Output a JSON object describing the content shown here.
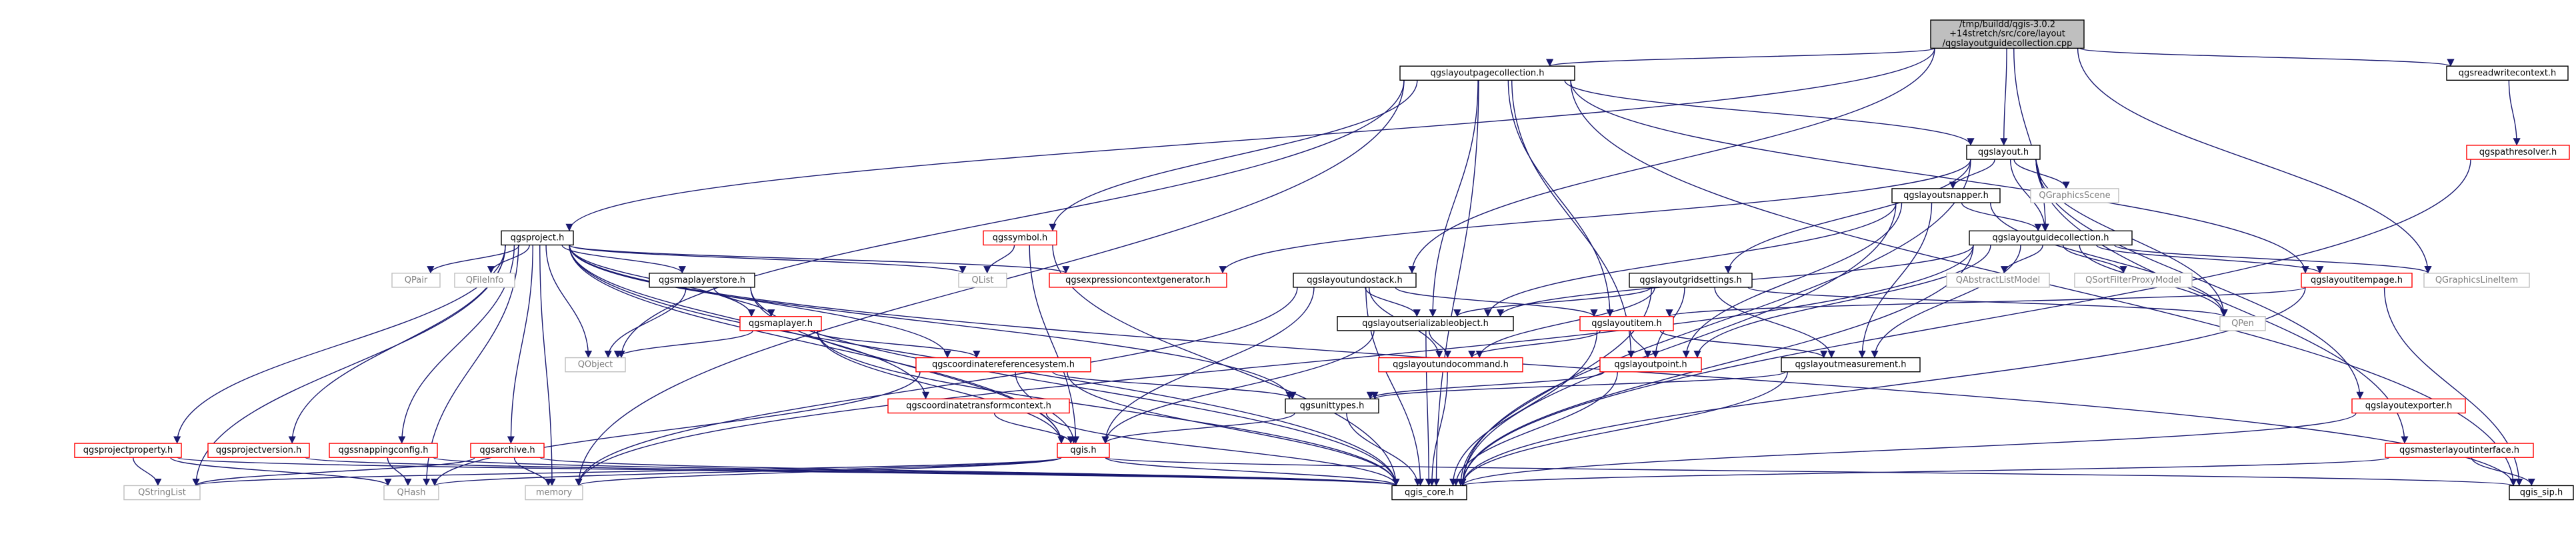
{
  "colors": {
    "edge": "#191970",
    "node_text": "#000000",
    "node_border_default": "#000000",
    "node_border_missing": "#bfbfbf",
    "node_border_linked_red": "#ff0000",
    "root_fill": "#bfbfbf",
    "node_fill": "#ffffff"
  },
  "nodes": [
    {
      "id": "root",
      "lines": [
        "/tmp/buildd/qgis-3.0.2",
        "+14stretch/src/core/layout",
        "/qgslayoutguidecollection.cpp"
      ],
      "style": "root"
    },
    {
      "id": "pagecollection",
      "lines": [
        "qgslayoutpagecollection.h"
      ],
      "style": "black"
    },
    {
      "id": "readwritecontext",
      "lines": [
        "qgsreadwritecontext.h"
      ],
      "style": "black"
    },
    {
      "id": "pathresolver",
      "lines": [
        "qgspathresolver.h"
      ],
      "style": "red"
    },
    {
      "id": "layout",
      "lines": [
        "qgslayout.h"
      ],
      "style": "black"
    },
    {
      "id": "graphicsscene",
      "lines": [
        "QGraphicsScene"
      ],
      "style": "gray"
    },
    {
      "id": "snapper",
      "lines": [
        "qgslayoutsnapper.h"
      ],
      "style": "black"
    },
    {
      "id": "guidecollection",
      "lines": [
        "qgslayoutguidecollection.h"
      ],
      "style": "black"
    },
    {
      "id": "graphicslineitem",
      "lines": [
        "QGraphicsLineItem"
      ],
      "style": "gray"
    },
    {
      "id": "project",
      "lines": [
        "qgsproject.h"
      ],
      "style": "black"
    },
    {
      "id": "symbol",
      "lines": [
        "qgssymbol.h"
      ],
      "style": "red"
    },
    {
      "id": "qpair",
      "lines": [
        "QPair"
      ],
      "style": "gray"
    },
    {
      "id": "qfileinfo",
      "lines": [
        "QFileInfo"
      ],
      "style": "gray"
    },
    {
      "id": "maplayerstore",
      "lines": [
        "qgsmaplayerstore.h"
      ],
      "style": "black"
    },
    {
      "id": "qlist",
      "lines": [
        "QList"
      ],
      "style": "gray"
    },
    {
      "id": "exprctxgen",
      "lines": [
        "qgsexpressioncontextgenerator.h"
      ],
      "style": "red"
    },
    {
      "id": "undostack",
      "lines": [
        "qgslayoutundostack.h"
      ],
      "style": "black"
    },
    {
      "id": "gridsettings",
      "lines": [
        "qgslayoutgridsettings.h"
      ],
      "style": "black"
    },
    {
      "id": "abstractlistmodel",
      "lines": [
        "QAbstractListModel"
      ],
      "style": "gray"
    },
    {
      "id": "sortfilter",
      "lines": [
        "QSortFilterProxyModel"
      ],
      "style": "gray"
    },
    {
      "id": "itempage",
      "lines": [
        "qgslayoutitempage.h"
      ],
      "style": "red"
    },
    {
      "id": "qpen",
      "lines": [
        "QPen"
      ],
      "style": "gray"
    },
    {
      "id": "maplayer",
      "lines": [
        "qgsmaplayer.h"
      ],
      "style": "red"
    },
    {
      "id": "qobject",
      "lines": [
        "QObject"
      ],
      "style": "gray"
    },
    {
      "id": "serializable",
      "lines": [
        "qgslayoutserializableobject.h"
      ],
      "style": "black"
    },
    {
      "id": "layoutitem",
      "lines": [
        "qgslayoutitem.h"
      ],
      "style": "red"
    },
    {
      "id": "crs",
      "lines": [
        "qgscoordinatereferencesystem.h"
      ],
      "style": "red"
    },
    {
      "id": "undocommand",
      "lines": [
        "qgslayoutundocommand.h"
      ],
      "style": "red"
    },
    {
      "id": "point",
      "lines": [
        "qgslayoutpoint.h"
      ],
      "style": "red"
    },
    {
      "id": "measurement",
      "lines": [
        "qgslayoutmeasurement.h"
      ],
      "style": "black"
    },
    {
      "id": "ctc",
      "lines": [
        "qgscoordinatetransformcontext.h"
      ],
      "style": "red"
    },
    {
      "id": "unittypes",
      "lines": [
        "qgsunittypes.h"
      ],
      "style": "black"
    },
    {
      "id": "exporter",
      "lines": [
        "qgslayoutexporter.h"
      ],
      "style": "red"
    },
    {
      "id": "projectproperty",
      "lines": [
        "qgsprojectproperty.h"
      ],
      "style": "red"
    },
    {
      "id": "projectversion",
      "lines": [
        "qgsprojectversion.h"
      ],
      "style": "red"
    },
    {
      "id": "snappingconfig",
      "lines": [
        "qgssnappingconfig.h"
      ],
      "style": "red"
    },
    {
      "id": "archive",
      "lines": [
        "qgsarchive.h"
      ],
      "style": "red"
    },
    {
      "id": "qgish",
      "lines": [
        "qgis.h"
      ],
      "style": "red"
    },
    {
      "id": "masterlayout",
      "lines": [
        "qgsmasterlayoutinterface.h"
      ],
      "style": "red"
    },
    {
      "id": "qstringlist",
      "lines": [
        "QStringList"
      ],
      "style": "gray"
    },
    {
      "id": "qhash",
      "lines": [
        "QHash"
      ],
      "style": "gray"
    },
    {
      "id": "memory",
      "lines": [
        "memory"
      ],
      "style": "gray"
    },
    {
      "id": "qgiscore",
      "lines": [
        "qgis_core.h"
      ],
      "style": "black"
    },
    {
      "id": "qgissip",
      "lines": [
        "qgis_sip.h"
      ],
      "style": "black"
    }
  ],
  "edges": [
    [
      "root",
      "pagecollection"
    ],
    [
      "root",
      "readwritecontext"
    ],
    [
      "root",
      "layout"
    ],
    [
      "root",
      "guidecollection"
    ],
    [
      "root",
      "project"
    ],
    [
      "root",
      "undostack"
    ],
    [
      "root",
      "graphicslineitem"
    ],
    [
      "readwritecontext",
      "pathresolver"
    ],
    [
      "pathresolver",
      "qgiscore"
    ],
    [
      "pagecollection",
      "layout"
    ],
    [
      "pagecollection",
      "symbol"
    ],
    [
      "pagecollection",
      "serializable"
    ],
    [
      "pagecollection",
      "layoutitem"
    ],
    [
      "pagecollection",
      "point"
    ],
    [
      "pagecollection",
      "itempage"
    ],
    [
      "pagecollection",
      "qgiscore"
    ],
    [
      "pagecollection",
      "qgissip"
    ],
    [
      "pagecollection",
      "qobject"
    ],
    [
      "pagecollection",
      "memory"
    ],
    [
      "layout",
      "graphicsscene"
    ],
    [
      "layout",
      "snapper"
    ],
    [
      "layout",
      "guidecollection"
    ],
    [
      "layout",
      "gridsettings"
    ],
    [
      "layout",
      "exprctxgen"
    ],
    [
      "layout",
      "qgiscore"
    ],
    [
      "layout",
      "exporter"
    ],
    [
      "layout",
      "masterlayout"
    ],
    [
      "layout",
      "qpen"
    ],
    [
      "snapper",
      "guidecollection"
    ],
    [
      "snapper",
      "serializable"
    ],
    [
      "snapper",
      "point"
    ],
    [
      "snapper",
      "measurement"
    ],
    [
      "snapper",
      "qgiscore"
    ],
    [
      "snapper",
      "qpen"
    ],
    [
      "guidecollection",
      "graphicslineitem"
    ],
    [
      "guidecollection",
      "abstractlistmodel"
    ],
    [
      "guidecollection",
      "sortfilter"
    ],
    [
      "guidecollection",
      "itempage"
    ],
    [
      "guidecollection",
      "qpen"
    ],
    [
      "guidecollection",
      "serializable"
    ],
    [
      "guidecollection",
      "point"
    ],
    [
      "guidecollection",
      "measurement"
    ],
    [
      "guidecollection",
      "qgiscore"
    ],
    [
      "guidecollection",
      "memory"
    ],
    [
      "project",
      "qpair"
    ],
    [
      "project",
      "qfileinfo"
    ],
    [
      "project",
      "maplayerstore"
    ],
    [
      "project",
      "qlist"
    ],
    [
      "project",
      "exprctxgen"
    ],
    [
      "project",
      "qobject"
    ],
    [
      "project",
      "maplayer"
    ],
    [
      "project",
      "crs"
    ],
    [
      "project",
      "ctc"
    ],
    [
      "project",
      "unittypes"
    ],
    [
      "project",
      "qgish"
    ],
    [
      "project",
      "qgiscore"
    ],
    [
      "project",
      "projectproperty"
    ],
    [
      "project",
      "projectversion"
    ],
    [
      "project",
      "snappingconfig"
    ],
    [
      "project",
      "archive"
    ],
    [
      "project",
      "qstringlist"
    ],
    [
      "project",
      "qhash"
    ],
    [
      "project",
      "memory"
    ],
    [
      "project",
      "qgissip"
    ],
    [
      "symbol",
      "qlist"
    ],
    [
      "symbol",
      "qgish"
    ],
    [
      "symbol",
      "qgiscore"
    ],
    [
      "maplayerstore",
      "maplayer"
    ],
    [
      "maplayerstore",
      "qobject"
    ],
    [
      "maplayerstore",
      "qgish"
    ],
    [
      "maplayerstore",
      "qgiscore"
    ],
    [
      "maplayer",
      "qobject"
    ],
    [
      "maplayer",
      "crs"
    ],
    [
      "maplayer",
      "qgish"
    ],
    [
      "maplayer",
      "qgiscore"
    ],
    [
      "undostack",
      "serializable"
    ],
    [
      "undostack",
      "layoutitem"
    ],
    [
      "undostack",
      "undocommand"
    ],
    [
      "undostack",
      "qgish"
    ],
    [
      "undostack",
      "qgiscore"
    ],
    [
      "undostack",
      "memory"
    ],
    [
      "gridsettings",
      "serializable"
    ],
    [
      "gridsettings",
      "undocommand"
    ],
    [
      "gridsettings",
      "point"
    ],
    [
      "gridsettings",
      "measurement"
    ],
    [
      "gridsettings",
      "qgiscore"
    ],
    [
      "gridsettings",
      "qpen"
    ],
    [
      "itempage",
      "layoutitem"
    ],
    [
      "itempage",
      "qgiscore"
    ],
    [
      "itempage",
      "qgissip"
    ],
    [
      "serializable",
      "undocommand"
    ],
    [
      "serializable",
      "qgish"
    ],
    [
      "serializable",
      "qgiscore"
    ],
    [
      "layoutitem",
      "undocommand"
    ],
    [
      "layoutitem",
      "point"
    ],
    [
      "layoutitem",
      "measurement"
    ],
    [
      "layoutitem",
      "qgiscore"
    ],
    [
      "undocommand",
      "qgiscore"
    ],
    [
      "crs",
      "unittypes"
    ],
    [
      "crs",
      "qgish"
    ],
    [
      "crs",
      "qgiscore"
    ],
    [
      "crs",
      "qhash"
    ],
    [
      "point",
      "unittypes"
    ],
    [
      "point",
      "qgiscore"
    ],
    [
      "measurement",
      "unittypes"
    ],
    [
      "measurement",
      "qgiscore"
    ],
    [
      "ctc",
      "qgish"
    ],
    [
      "ctc",
      "qgiscore"
    ],
    [
      "unittypes",
      "qgish"
    ],
    [
      "unittypes",
      "qgiscore"
    ],
    [
      "exporter",
      "qgiscore"
    ],
    [
      "projectproperty",
      "qgiscore"
    ],
    [
      "projectproperty",
      "qstringlist"
    ],
    [
      "projectproperty",
      "qhash"
    ],
    [
      "projectversion",
      "qgiscore"
    ],
    [
      "snappingconfig",
      "qgiscore"
    ],
    [
      "snappingconfig",
      "qhash"
    ],
    [
      "archive",
      "qgiscore"
    ],
    [
      "archive",
      "qstringlist"
    ],
    [
      "archive",
      "memory"
    ],
    [
      "qgish",
      "qgiscore"
    ],
    [
      "qgish",
      "qgissip"
    ],
    [
      "qgish",
      "memory"
    ],
    [
      "qgish",
      "qhash"
    ],
    [
      "qgish",
      "qstringlist"
    ],
    [
      "masterlayout",
      "qgiscore"
    ],
    [
      "masterlayout",
      "qgissip"
    ]
  ]
}
